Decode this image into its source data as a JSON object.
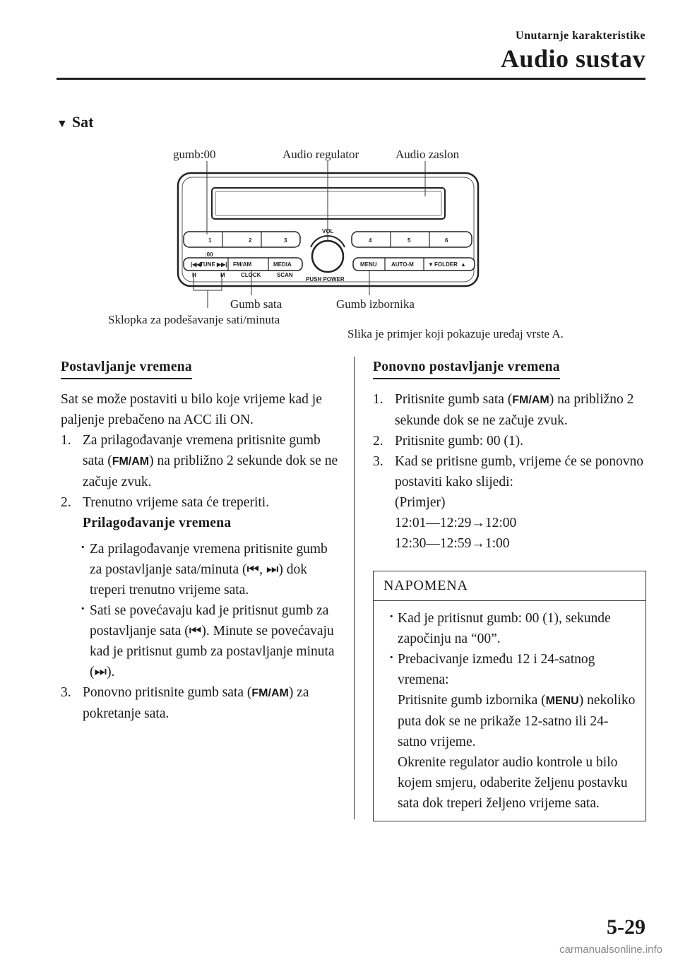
{
  "header": {
    "subtitle": "Unutarnje karakteristike",
    "title": "Audio sustav"
  },
  "section": {
    "marker": "▼",
    "title": "Sat"
  },
  "figure": {
    "callouts": {
      "gumb00": "gumb:00",
      "audio_regulator": "Audio regulator",
      "audio_zaslon": "Audio zaslon",
      "gumb_sata": "Gumb sata",
      "gumb_izbornika": "Gumb izbornika",
      "sklopka": "Sklopka za podešavanje sati/minuta"
    },
    "caption": "Slika je primjer koji pokazuje uređaj vrste A.",
    "buttons": {
      "b1": "1",
      "b2": "2",
      "b3": "3",
      "b4": "4",
      "b5": "5",
      "b6": "6",
      "zero": ":00",
      "vol": "VOL",
      "tune": "TUNE",
      "fmam": "FM/AM",
      "media": "MEDIA",
      "menu": "MENU",
      "autom": "AUTO-M",
      "folder": "FOLDER",
      "h": "H",
      "m": "M",
      "clock": "CLOCK",
      "scan": "SCAN",
      "push_power": "PUSH POWER"
    }
  },
  "left": {
    "heading": "Postavljanje vremena",
    "intro": "Sat se može postaviti u bilo koje vrijeme kad je paljenje prebačeno na ACC ili ON.",
    "step1_num": "1.",
    "step1_a": "Za prilagođavanje vremena pritisnite gumb sata (",
    "step1_btn": "FM/AM",
    "step1_b": ") na približno 2 sekunde dok se ne začuje zvuk.",
    "step2_num": "2.",
    "step2": "Trenutno vrijeme sata će treperiti.",
    "step2_sub": "Prilagođavanje vremena",
    "bullet1_a": "Za prilagođavanje vremena pritisnite gumb za postavljanje sata/minuta (",
    "bullet1_sym": "⏮, ⏭",
    "bullet1_b": ") dok treperi trenutno vrijeme sata.",
    "bullet2_a": "Sati se povećavaju kad je pritisnut gumb za postavljanje sata (",
    "bullet2_sym1": "⏮",
    "bullet2_b": "). Minute se povećavaju kad je pritisnut gumb za postavljanje minuta (",
    "bullet2_sym2": "⏭",
    "bullet2_c": ").",
    "step3_num": "3.",
    "step3_a": "Ponovno pritisnite gumb sata (",
    "step3_btn": "FM/AM",
    "step3_b": ") za pokretanje sata."
  },
  "right": {
    "heading": "Ponovno postavljanje vremena",
    "step1_num": "1.",
    "step1_a": "Pritisnite gumb sata (",
    "step1_btn": "FM/AM",
    "step1_b": ") na približno 2 sekunde dok se ne začuje zvuk.",
    "step2_num": "2.",
    "step2": "Pritisnite gumb: 00 (1).",
    "step3_num": "3.",
    "step3": "Kad se pritisne gumb, vrijeme će se ponovno postaviti kako slijedi:",
    "example": "(Primjer)",
    "ex1": "12:01―12:29→12:00",
    "ex2": "12:30―12:59→1:00"
  },
  "note": {
    "title": "NAPOMENA",
    "b1": "Kad je pritisnut gumb: 00 (1), sekunde započinju na “00”.",
    "b2_a": "Prebacivanje između 12 i 24-satnog vremena:",
    "b2_b": "Pritisnite gumb izbornika (",
    "b2_btn": "MENU",
    "b2_c": ") nekoliko puta dok se ne prikaže 12-satno ili 24-satno vrijeme.",
    "b2_d": "Okrenite regulator audio kontrole u bilo kojem smjeru, odaberite željenu postavku sata dok treperi željeno vrijeme sata."
  },
  "page_number": "5-29",
  "watermark": "carmanualsonline.info"
}
